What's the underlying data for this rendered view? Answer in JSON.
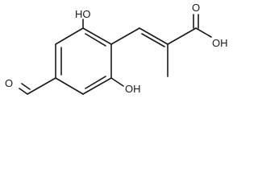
{
  "molecule": {
    "labels": {
      "ho_top": "HO",
      "oh_bottom": "OH",
      "aldehyde_o": "O",
      "acid_o": "O",
      "acid_oh": "OH"
    }
  }
}
